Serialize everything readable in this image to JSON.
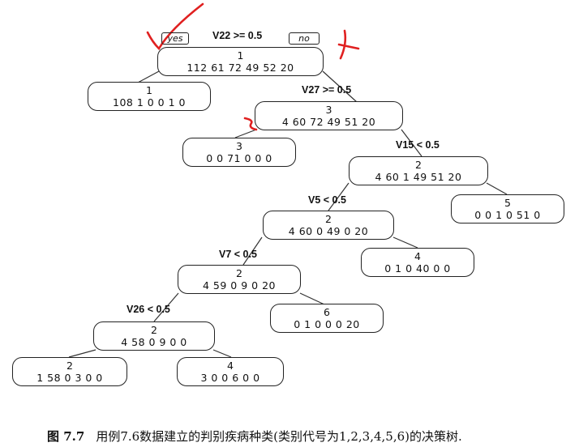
{
  "tags": {
    "yes": "yes",
    "no": "no"
  },
  "splits": {
    "root": "V22 >= 0.5",
    "n2": "V27 >= 0.5",
    "n3": "V15 < 0.5",
    "n4": "V5 < 0.5",
    "n5": "V7 < 0.5",
    "n6": "V26 < 0.5"
  },
  "nodes": {
    "root": {
      "cls": "1",
      "counts": "112 61 72 49 52 20"
    },
    "leaf1": {
      "cls": "1",
      "counts": "108 1 0 0 1 0"
    },
    "n2": {
      "cls": "3",
      "counts": "4 60 72 49 51 20"
    },
    "leaf3": {
      "cls": "3",
      "counts": "0 0 71 0 0 0"
    },
    "n3": {
      "cls": "2",
      "counts": "4 60 1 49 51 20"
    },
    "leaf5": {
      "cls": "5",
      "counts": "0 0 1 0 51 0"
    },
    "n4": {
      "cls": "2",
      "counts": "4 60 0 49 0 20"
    },
    "leaf4": {
      "cls": "4",
      "counts": "0 1 0 40 0 0"
    },
    "n5": {
      "cls": "2",
      "counts": "4 59 0 9 0 20"
    },
    "leaf6": {
      "cls": "6",
      "counts": "0 1 0 0 0 20"
    },
    "n6": {
      "cls": "2",
      "counts": "4 58 0 9 0 0"
    },
    "leaf2": {
      "cls": "2",
      "counts": "1 58 0 3 0 0"
    },
    "leaf4b": {
      "cls": "4",
      "counts": "3 0 0 6 0 0"
    }
  },
  "caption": {
    "figure": "图 7.7",
    "text": "用例7.6数据建立的判别疾病种类(类别代号为1,2,3,4,5,6)的决策树."
  }
}
